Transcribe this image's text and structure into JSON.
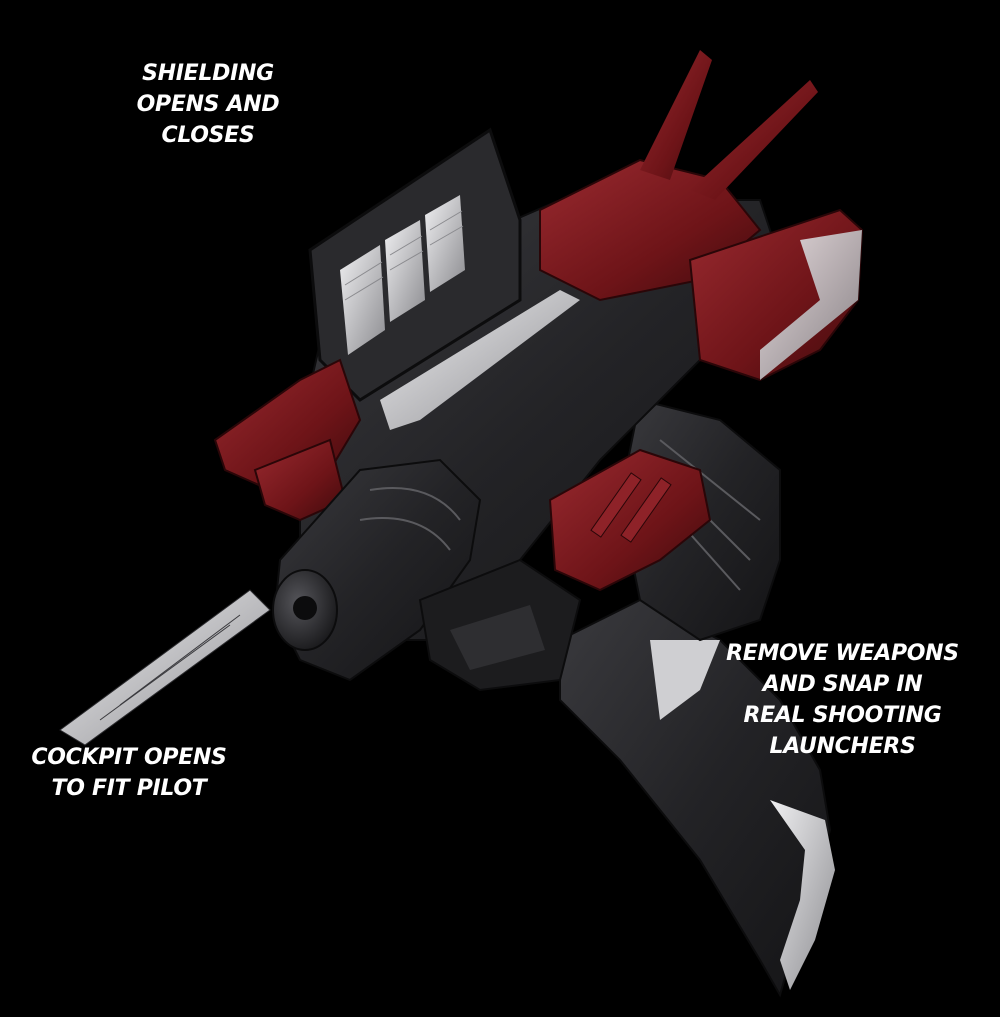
{
  "image": {
    "background_color": "#000000",
    "subject": "starship-toy",
    "palette": {
      "hull_dark": "#1c1c1e",
      "hull_mid": "#2e2e31",
      "hull_light": "#4a4a4e",
      "silver": "#c9c9cc",
      "maroon": "#6e1418",
      "maroon_light": "#8e2228",
      "maroon_dark": "#4a0c10"
    }
  },
  "callouts": {
    "shielding": {
      "lines": [
        "SHIELDING",
        "OPENS AND",
        "CLOSES"
      ]
    },
    "weapons": {
      "lines": [
        "REMOVE WEAPONS",
        "AND SNAP IN",
        "REAL SHOOTING",
        "LAUNCHERS"
      ]
    },
    "cockpit": {
      "lines": [
        "COCKPIT OPENS",
        "TO FIT PILOT"
      ]
    }
  }
}
